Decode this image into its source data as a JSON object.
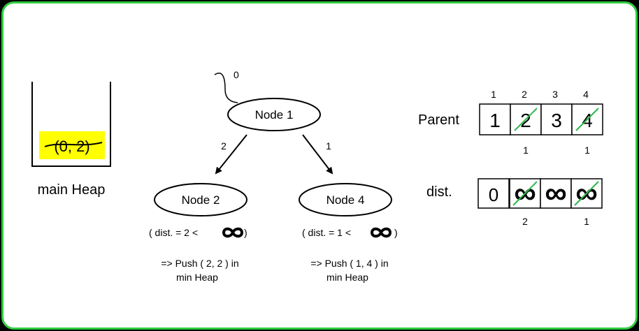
{
  "heap": {
    "entry": "(0, 2)",
    "label": "main Heap"
  },
  "tree": {
    "root": {
      "label": "Node 1",
      "dist_mark": "0"
    },
    "left": {
      "label": "Node 2",
      "edge_weight": "2",
      "check_prefix": "( dist. = 2 <",
      "check_suffix": ")",
      "action_line1": "=> Push ( 2, 2 ) in",
      "action_line2": "min Heap"
    },
    "right": {
      "label": "Node 4",
      "edge_weight": "1",
      "check_prefix": "( dist. = 1 <",
      "check_suffix": ")",
      "action_line1": "=> Push ( 1, 4 ) in",
      "action_line2": "min Heap"
    }
  },
  "parent_array": {
    "label": "Parent",
    "indices": [
      "1",
      "2",
      "3",
      "4"
    ],
    "cells": [
      "1",
      "2",
      "3",
      "4"
    ],
    "crossed": [
      false,
      true,
      false,
      true
    ],
    "updates": [
      "",
      "1",
      "",
      "1"
    ]
  },
  "dist_array": {
    "label": "dist.",
    "cells": [
      "0",
      "∞",
      "∞",
      "∞"
    ],
    "crossed": [
      false,
      true,
      false,
      true
    ],
    "updates": [
      "",
      "2",
      "",
      "1"
    ]
  },
  "colors": {
    "frame": "#2ecc40",
    "highlight": "#ffff00",
    "strike": "#2db84d"
  }
}
